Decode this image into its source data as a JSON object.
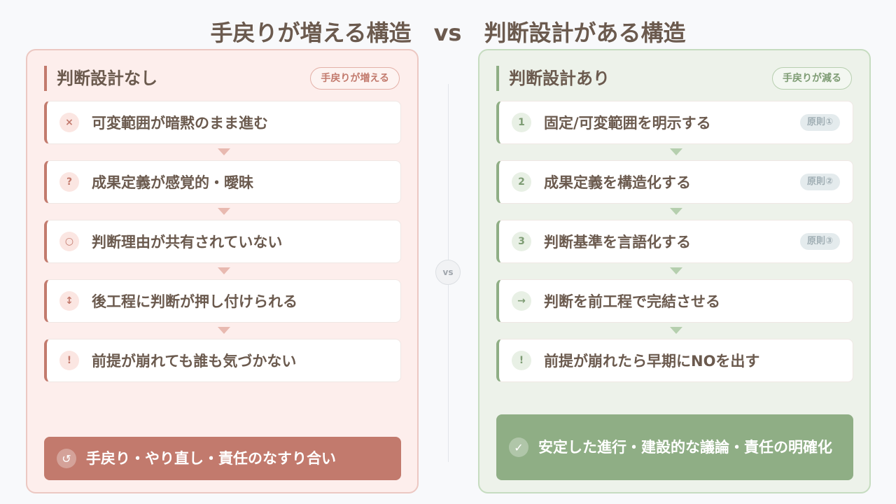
{
  "title": {
    "left": "手戻りが増える構造",
    "vs": "vs",
    "right": "判断設計がある構造"
  },
  "left": {
    "heading": "判断設計なし",
    "badge": "手戻りが増える",
    "items": [
      {
        "icon": "×",
        "icon_name": "cross-icon",
        "text": "可変範囲が暗黙のまま進む"
      },
      {
        "icon": "?",
        "icon_name": "question-icon",
        "text": "成果定義が感覚的・曖昧"
      },
      {
        "icon": "○",
        "icon_name": "circle-icon",
        "text": "判断理由が共有されていない"
      },
      {
        "icon": "↕",
        "icon_name": "up-down-arrow-icon",
        "text": "後工程に判断が押し付けられる"
      },
      {
        "icon": "!",
        "icon_name": "exclamation-icon",
        "text": "前提が崩れても誰も気づかない"
      }
    ],
    "result": {
      "icon": "↺",
      "icon_name": "redo-icon",
      "text": "手戻り・やり直し・責任のなすり合い"
    }
  },
  "right": {
    "heading": "判断設計あり",
    "badge": "手戻りが減る",
    "items": [
      {
        "icon": "1",
        "icon_name": "number-1-icon",
        "text": "固定/可変範囲を明示する",
        "tag": "原則①"
      },
      {
        "icon": "2",
        "icon_name": "number-2-icon",
        "text": "成果定義を構造化する",
        "tag": "原則②"
      },
      {
        "icon": "3",
        "icon_name": "number-3-icon",
        "text": "判断基準を言語化する",
        "tag": "原則③"
      },
      {
        "icon": "→",
        "icon_name": "right-arrow-icon",
        "text": "判断を前工程で完結させる",
        "tag": ""
      },
      {
        "icon": "!",
        "icon_name": "exclamation-icon",
        "text": "前提が崩れたら早期にNOを出す",
        "tag": ""
      }
    ],
    "result": {
      "icon": "✓",
      "icon_name": "check-icon",
      "text": "安定した進行・建設的な議論・責任の明確化"
    }
  },
  "center": {
    "vs": "vs"
  },
  "colors": {
    "left_accent": "#c27a6d",
    "right_accent": "#8fae85",
    "text": "#6b5a4e"
  }
}
